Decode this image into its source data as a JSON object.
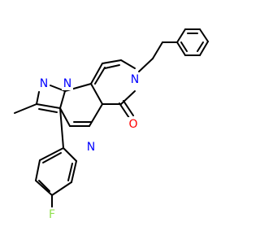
{
  "colors": {
    "nitrogen": "#0000ff",
    "oxygen": "#ff0000",
    "fluorine": "#90e050",
    "bond": "#000000",
    "background": "#ffffff"
  },
  "atoms": {
    "n_pyridone": "N",
    "o_carbonyl": "O",
    "n_pyrazole_1": "N",
    "n_pyrazole_2": "N",
    "n_pyrimidine": "N",
    "f_aryl": "F"
  }
}
